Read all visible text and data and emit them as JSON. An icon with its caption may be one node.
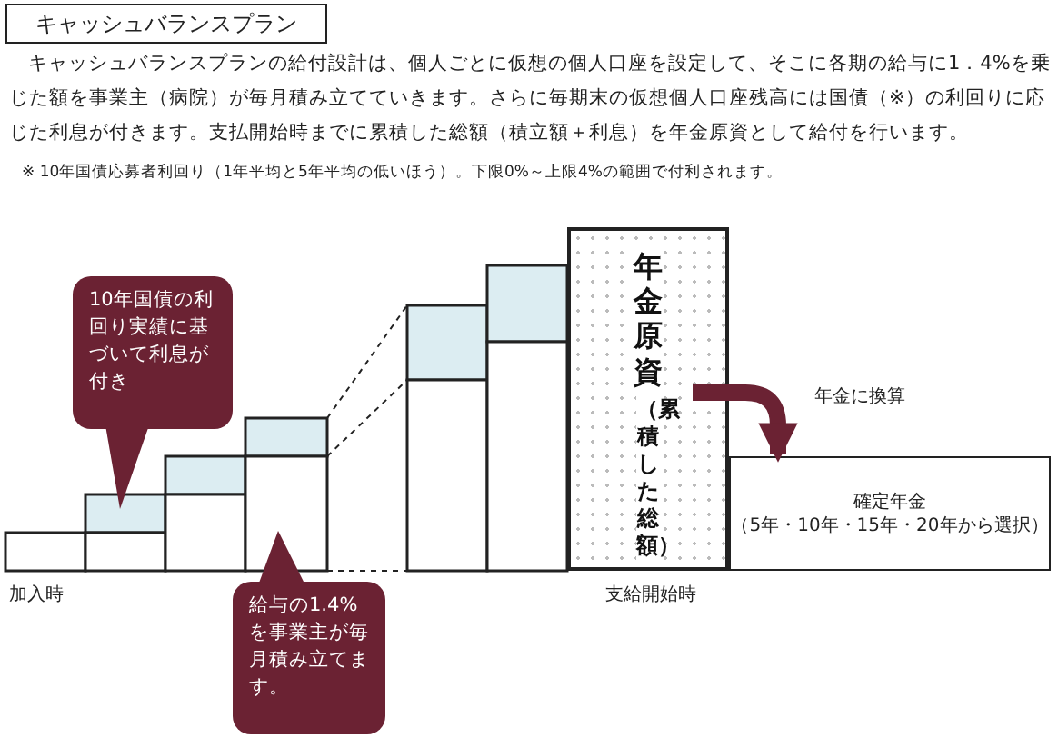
{
  "diagram": {
    "title": "キャッシュバランスプラン",
    "nodes": [
      {
        "text": [
          "10年国債の利回り実績に基づいて利息が付き"
        ]
      },
      {
        "text": [
          "年金原資",
          "（累積した総額）"
        ]
      },
      {
        "text": [
          "確定年金",
          "（5年・10年・15年・20年から選択）"
        ]
      },
      {
        "text": [
          "給与の1.4%を事業主が毎月積み立てます。"
        ]
      }
    ],
    "edges": [
      {
        "from": 1,
        "to": 2,
        "arrow": "to",
        "label": "年金に換算"
      }
    ],
    "labels": [
      "キャッシュバランスプランの給付設計は、個人ごとに仮想の個人口座を設定して、そこに各期の給与に1．4%を乗じた額を事業主（病院）が毎月積み立てていきます。さらに毎期末の仮想個人口座残高には国債（※）の利回りに応じた利息が付きます。支払開始時までに累積した総額（積立額＋利息）を年金原資として給付を行います。",
      "※ 10年国債応募者利回り（1年平均と5年平均の低いほう）。下限0%～上限4%の範囲で付利されます。",
      "加入時",
      "支給開始時"
    ]
  }
}
